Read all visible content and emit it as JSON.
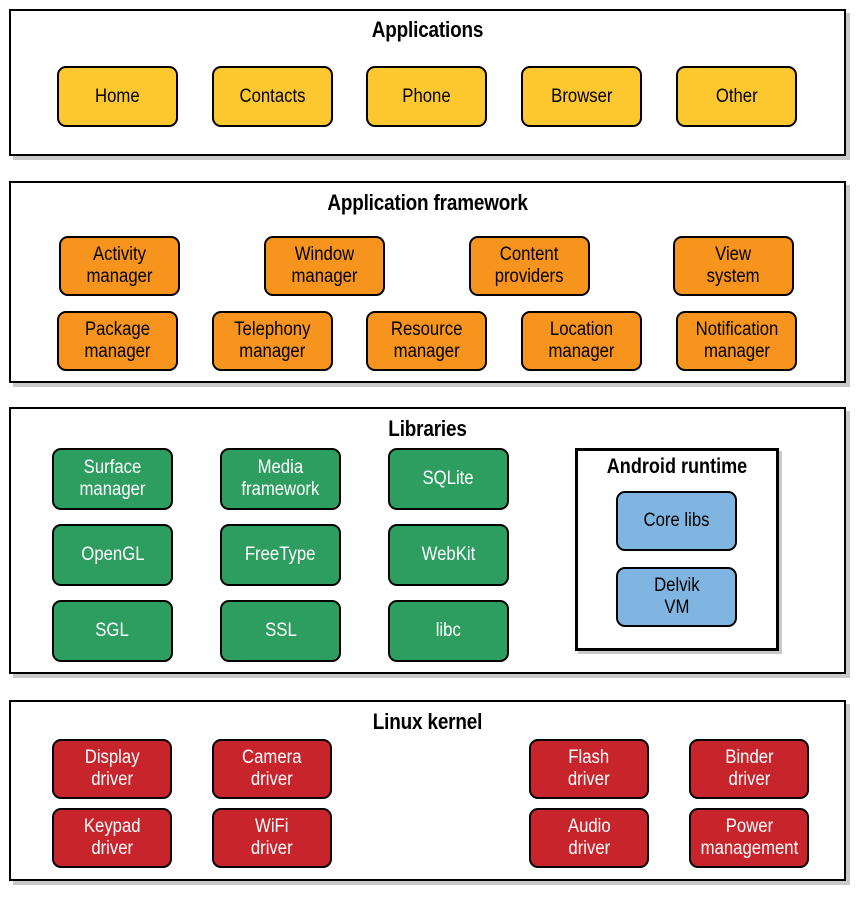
{
  "layers": {
    "applications": {
      "title": "Applications",
      "items": [
        "Home",
        "Contacts",
        "Phone",
        "Browser",
        "Other"
      ]
    },
    "framework": {
      "title": "Application framework",
      "items": [
        "Activity\nmanager",
        "Window\nmanager",
        "Content\nproviders",
        "View\nsystem",
        "Package\nmanager",
        "Telephony\nmanager",
        "Resource\nmanager",
        "Location\nmanager",
        "Notification\nmanager"
      ]
    },
    "libraries": {
      "title": "Libraries",
      "items": [
        "Surface\nmanager",
        "Media\nframework",
        "SQLite",
        "OpenGL",
        "FreeType",
        "WebKit",
        "SGL",
        "SSL",
        "libc"
      ]
    },
    "runtime": {
      "title": "Android runtime",
      "items": [
        "Core libs",
        "Delvik\nVM"
      ]
    },
    "kernel": {
      "title": "Linux kernel",
      "items": [
        "Display\ndriver",
        "Camera\ndriver",
        "Flash\ndriver",
        "Binder\ndriver",
        "Keypad\ndriver",
        "WiFi\ndriver",
        "Audio\ndriver",
        "Power\nmanagement"
      ]
    }
  },
  "colors": {
    "applications": "#fdc82f",
    "framework": "#f7941d",
    "libraries": "#2d9e5f",
    "runtime": "#7fb5e0",
    "kernel": "#c8242b"
  }
}
